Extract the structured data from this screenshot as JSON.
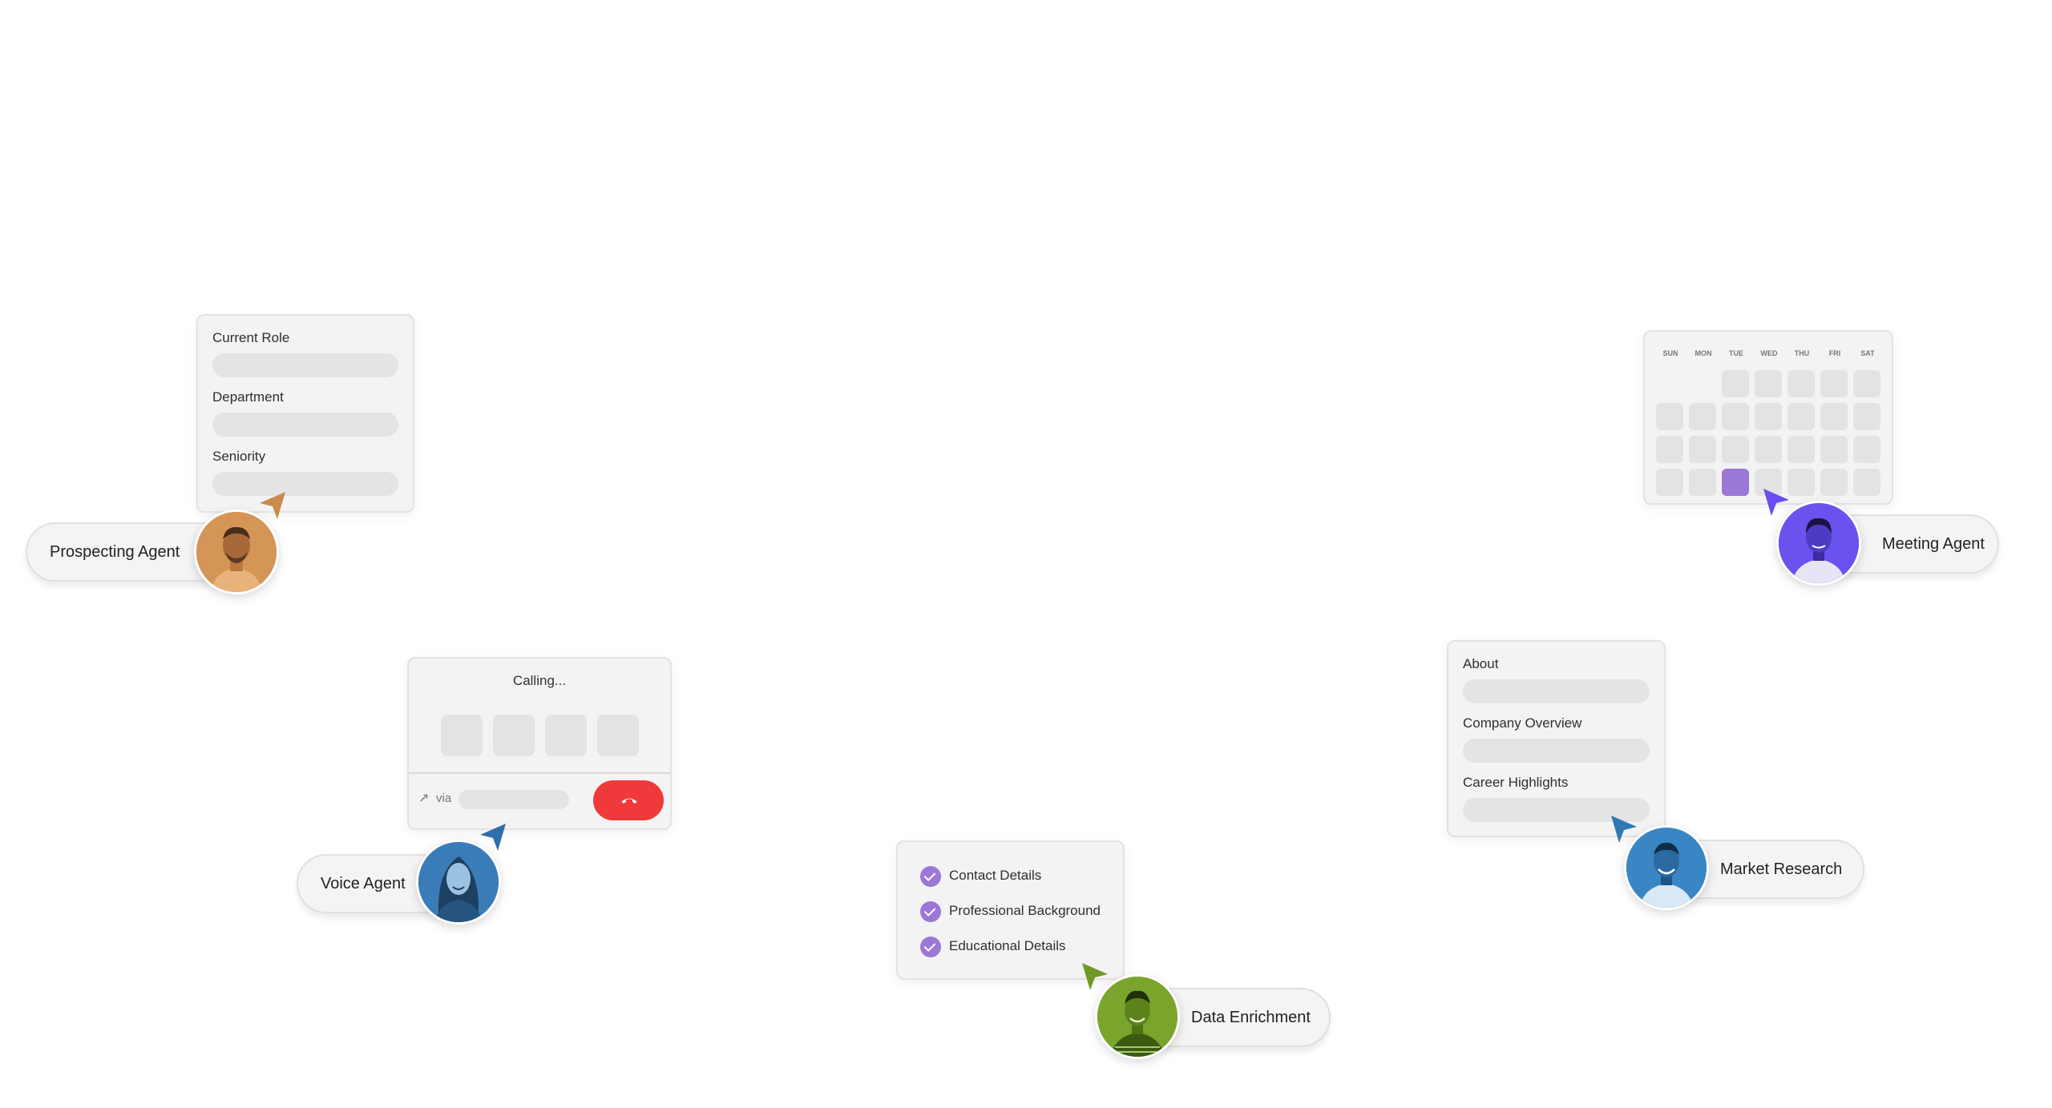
{
  "prospecting": {
    "fields": [
      "Current Role",
      "Department",
      "Seniority"
    ],
    "agent_label": "Prospecting Agent"
  },
  "meeting": {
    "weekdays": [
      "SUN",
      "MON",
      "TUE",
      "WED",
      "THU",
      "FRI",
      "SAT"
    ],
    "agent_label": "Meeting Agent"
  },
  "voice": {
    "status": "Calling...",
    "via_label": "via",
    "agent_label": "Voice Agent"
  },
  "research": {
    "fields": [
      "About",
      "Company Overview",
      "Career Highlights"
    ],
    "agent_label": "Market Research"
  },
  "enrichment": {
    "items": [
      "Contact Details",
      "Professional Background",
      "Educational Details"
    ],
    "agent_label": "Data Enrichment"
  },
  "colors": {
    "prospecting": "#c98b4b",
    "meeting": "#6a4cf0",
    "voice": "#2f6fa8",
    "research": "#2f78b5",
    "enrichment": "#6f9a26",
    "accent": "#9b77d6",
    "end_call": "#f0393b"
  }
}
